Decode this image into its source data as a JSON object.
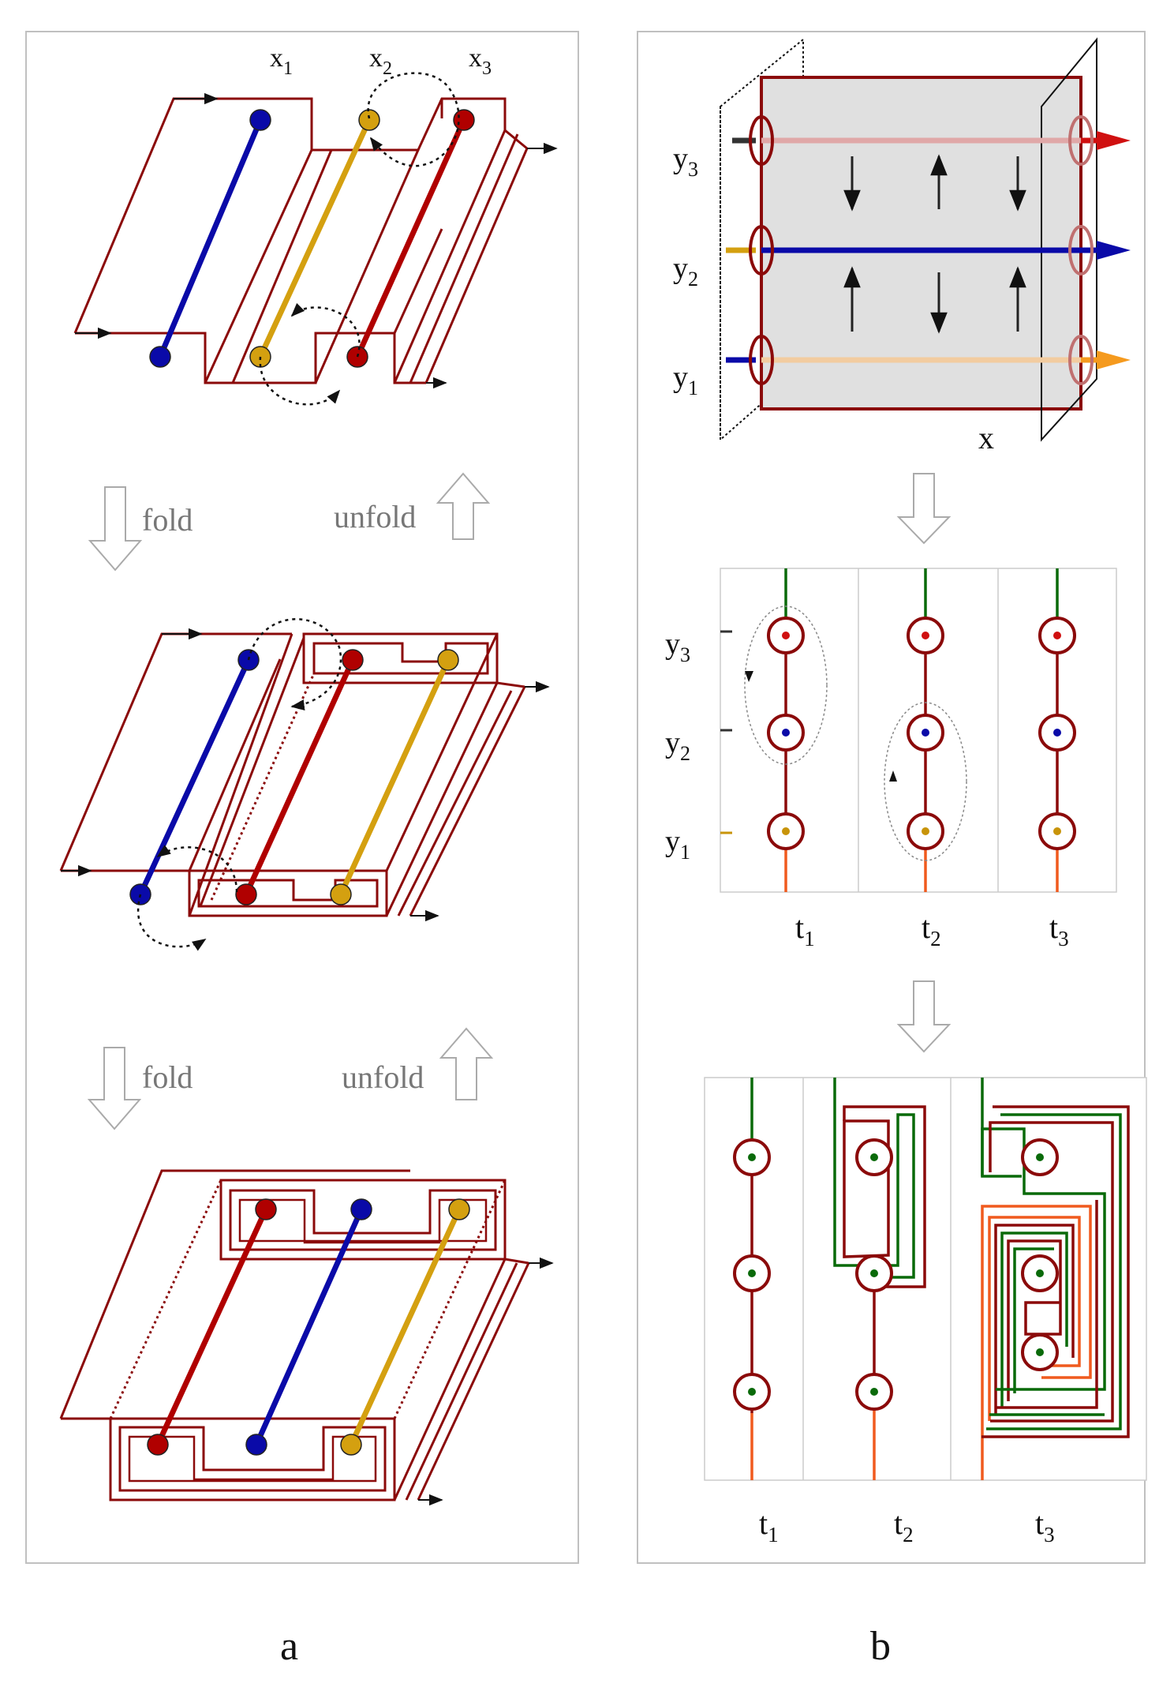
{
  "panel_a": {
    "x_labels": [
      "x",
      "x",
      "x"
    ],
    "x_subs": [
      "1",
      "2",
      "3"
    ],
    "fold_label_1": "fold",
    "unfold_label_1": "unfold",
    "fold_label_2": "fold",
    "unfold_label_2": "unfold",
    "caption": "a"
  },
  "panel_b": {
    "y_labels": [
      "y",
      "y",
      "y"
    ],
    "y_subs": [
      "3",
      "2",
      "1"
    ],
    "x_label": "x",
    "t_labels": [
      "t",
      "t",
      "t"
    ],
    "t_subs": [
      "1",
      "2",
      "3"
    ],
    "caption": "b"
  },
  "colors": {
    "frame": "#8b0a0a",
    "blue": "#0a0aa8",
    "gold": "#d4a010",
    "red": "#b00000",
    "green": "#0a6a0a",
    "orange": "#f05a1e",
    "panel_border": "#bfbfbf"
  }
}
